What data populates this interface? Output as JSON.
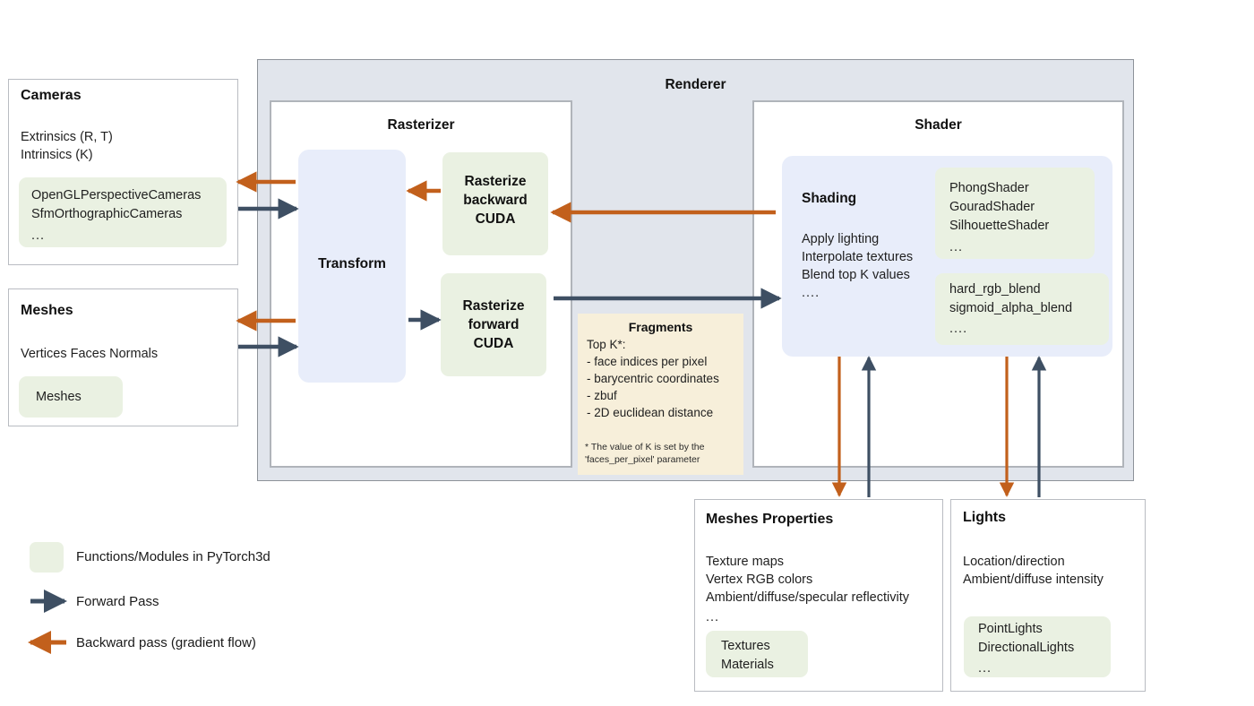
{
  "colors": {
    "forward_arrow": "#3e4f63",
    "backward_arrow": "#c2601c",
    "module_green": "#eaf1e2",
    "transform_blue": "#e8edfa",
    "renderer_bg": "#e1e5ec",
    "fragments_bg": "#f7efda"
  },
  "cameras": {
    "title": "Cameras",
    "lines": [
      "Extrinsics (R, T)",
      "Intrinsics (K)"
    ],
    "modules": [
      "OpenGLPerspectiveCameras",
      "SfmOrthographicCameras",
      "..."
    ]
  },
  "meshes": {
    "title": "Meshes",
    "lines": [
      "Vertices   Faces   Normals"
    ],
    "modules": [
      "Meshes"
    ]
  },
  "renderer": {
    "title": "Renderer",
    "rasterizer": {
      "title": "Rasterizer",
      "transform": {
        "label": "Transform"
      },
      "rasterize_backward": {
        "label": "Rasterize\nbackward\nCUDA",
        "l1": "Rasterize",
        "l2": "backward",
        "l3": "CUDA"
      },
      "rasterize_forward": {
        "label": "Rasterize\nforward\nCUDA",
        "l1": "Rasterize",
        "l2": "forward",
        "l3": "CUDA"
      }
    },
    "fragments": {
      "title": "Fragments",
      "intro": "Top K*:",
      "items": [
        "- face indices per pixel",
        "- barycentric coordinates",
        "- zbuf",
        "- 2D euclidean distance"
      ],
      "footnote_line1": "* The value of K is set by the",
      "footnote_line2": "'faces_per_pixel' parameter"
    },
    "shader": {
      "title": "Shader",
      "shading": {
        "title": "Shading",
        "lines": [
          "Apply lighting",
          "Interpolate textures",
          "Blend top K values",
          "...."
        ]
      },
      "shader_modules": [
        "PhongShader",
        "GouradShader",
        "SilhouetteShader",
        "..."
      ],
      "blend_modules": [
        "hard_rgb_blend",
        "sigmoid_alpha_blend",
        "...."
      ]
    }
  },
  "meshes_properties": {
    "title": "Meshes Properties",
    "lines": [
      "Texture maps",
      "Vertex RGB colors",
      "Ambient/diffuse/specular reflectivity",
      "..."
    ],
    "modules": [
      "Textures",
      "Materials"
    ]
  },
  "lights": {
    "title": "Lights",
    "lines": [
      "Location/direction",
      "Ambient/diffuse intensity"
    ],
    "modules": [
      "PointLights",
      "DirectionalLights",
      "..."
    ]
  },
  "legend": {
    "items": [
      {
        "kind": "swatch",
        "label": "Functions/Modules in PyTorch3d"
      },
      {
        "kind": "forward-arrow",
        "label": "Forward Pass"
      },
      {
        "kind": "backward-arrow",
        "label": "Backward pass (gradient flow)"
      }
    ]
  }
}
